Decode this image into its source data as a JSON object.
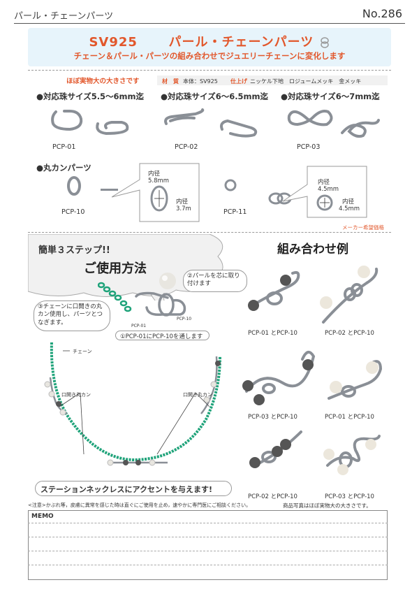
{
  "header": {
    "category": "パール・チェーンパーツ",
    "number": "No.286"
  },
  "banner": {
    "title_left": "SV925",
    "title_right": "パール・チェーンパーツ",
    "subtitle": "チェーン＆パール・パーツの組み合わせでジュエリーチェーンに変化します"
  },
  "material": {
    "note": "ほぼ実物大の大きさです",
    "mat_label": "材　質",
    "mat_value": "本体：SV925",
    "finish_label": "仕上げ",
    "finish_value": "ニッケル下地　ロジュームメッキ　金メッキ"
  },
  "sizes": [
    "●対応珠サイズ5.5〜6mm迄",
    "●対応珠サイズ6〜6.5mm迄",
    "●対応珠サイズ6〜7mm迄"
  ],
  "codes": {
    "p01": "PCP-01",
    "p02": "PCP-02",
    "p03": "PCP-03",
    "p10": "PCP-10",
    "p11": "PCP-11"
  },
  "ring_heading": "●丸カンパーツ",
  "pcp10_dims": {
    "inner1_label": "内径",
    "inner1_value": "5.8mm",
    "inner2_label": "内径",
    "inner2_value": "3.7m"
  },
  "pcp11_dims": {
    "inner1_label": "内径",
    "inner1_value": "4.5mm",
    "inner2_label": "内径",
    "inner2_value": "4.5mm"
  },
  "maker_note": "メーカー希望価格",
  "howto": {
    "line1": "簡単３ステップ!!",
    "title": "ご使用方法",
    "step2": "②パールを芯に取り付けます",
    "step3": "③チェーンに口開きの丸カン使用し、パーツとつなぎます。",
    "step1": "①PCP-01にPCP-10を通します",
    "label_a": "PCP-01",
    "label_b": "PCP-10",
    "chain_label": "チェーン",
    "ring_left": "口開き丸カン",
    "ring_right": "口開き丸カン",
    "bottom_banner": "ステーションネックレスにアクセントを与えます!"
  },
  "examples": {
    "title": "組み合わせ例",
    "labels": [
      "PCP-01 とPCP-10",
      "PCP-02 とPCP-10",
      "PCP-03 とPCP-10",
      "PCP-01 とPCP-10",
      "PCP-02 とPCP-10",
      "PCP-03 とPCP-10"
    ]
  },
  "footer": {
    "caution": "<注意>かぶれ等，皮膚に異常を感じた時は直ぐにご使用を止め，速やかに専門医にご相談ください。",
    "photo_note": "商品写真はほぼ実物大の大きさです。",
    "memo": "MEMO"
  },
  "colors": {
    "accent": "#e2572b",
    "banner_bg": "#e7f4fb",
    "chain": "#1fa37a"
  }
}
